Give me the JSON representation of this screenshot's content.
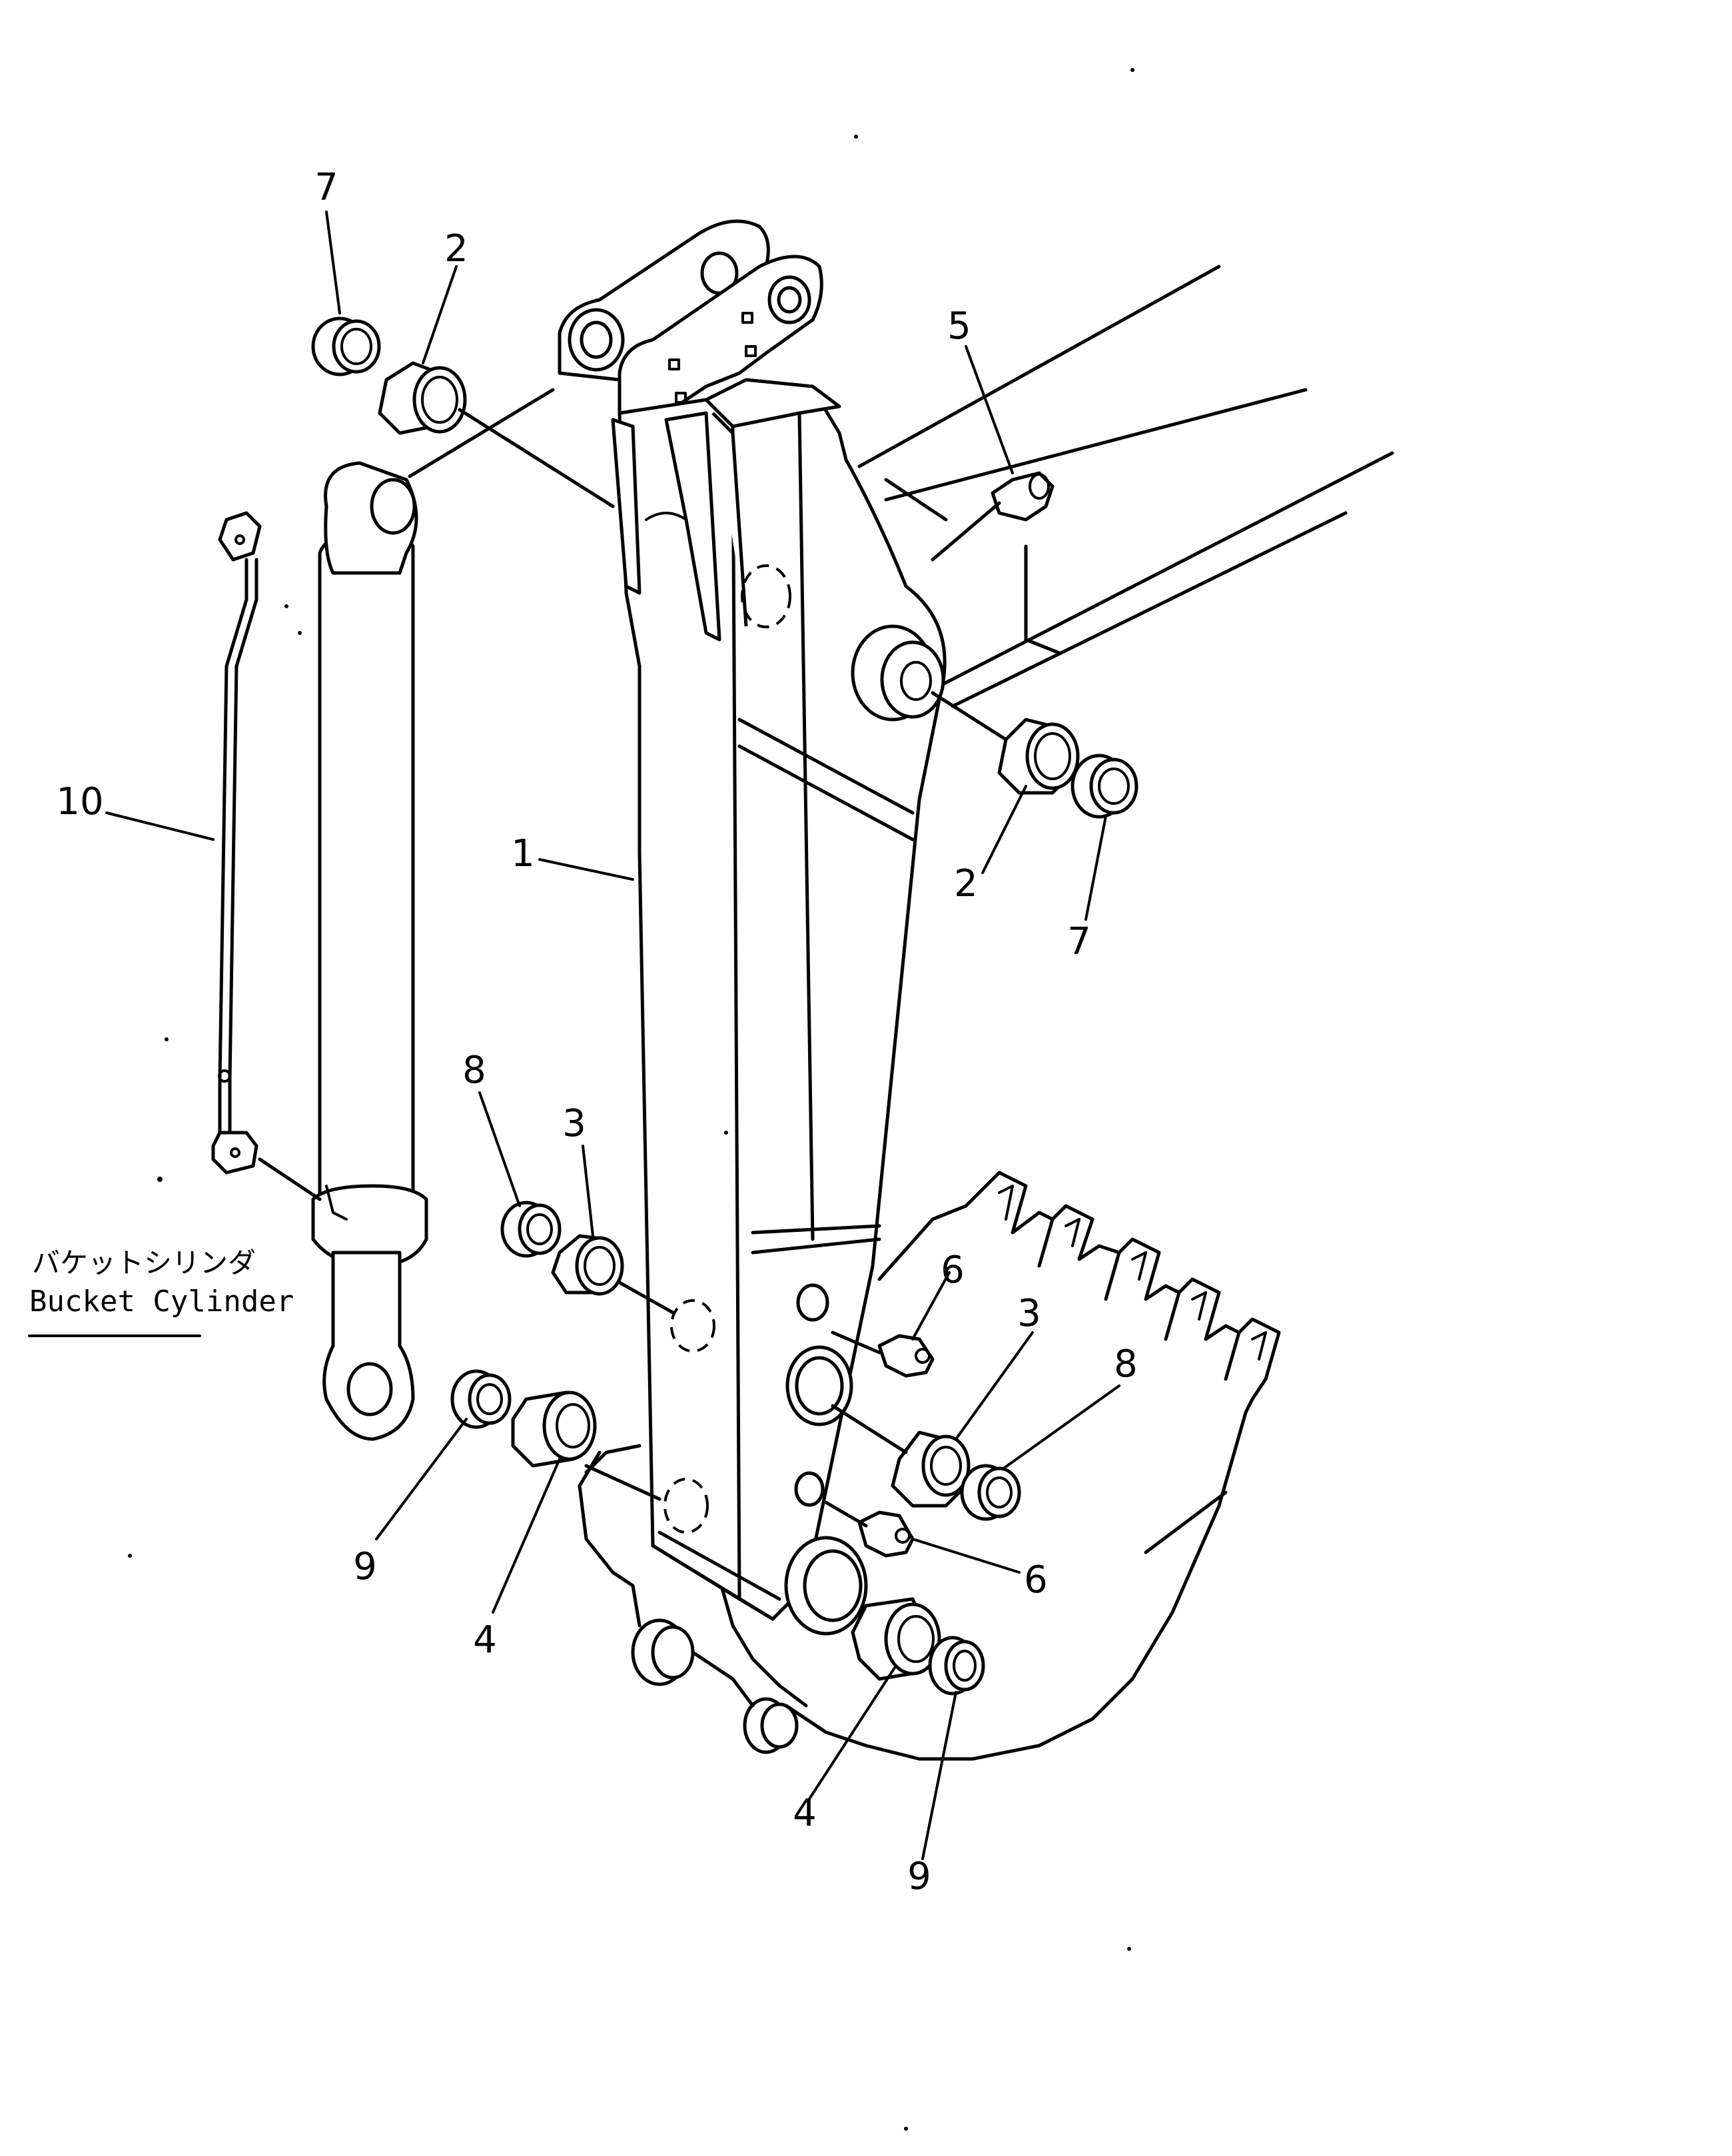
{
  "callouts": [
    {
      "id": "c7a",
      "text": "7"
    },
    {
      "id": "c2a",
      "text": "2"
    },
    {
      "id": "c5",
      "text": "5"
    },
    {
      "id": "c10",
      "text": "10"
    },
    {
      "id": "c1",
      "text": "1"
    },
    {
      "id": "c2b",
      "text": "2"
    },
    {
      "id": "c7b",
      "text": "7"
    },
    {
      "id": "c8a",
      "text": "8"
    },
    {
      "id": "c3a",
      "text": "3"
    },
    {
      "id": "c6a",
      "text": "6"
    },
    {
      "id": "c3b",
      "text": "3"
    },
    {
      "id": "c8b",
      "text": "8"
    },
    {
      "id": "c9a",
      "text": "9"
    },
    {
      "id": "c4a",
      "text": "4"
    },
    {
      "id": "c6b",
      "text": "6"
    },
    {
      "id": "c4b",
      "text": "4"
    },
    {
      "id": "c9b",
      "text": "9"
    }
  ],
  "label": {
    "japanese": "バケットシリンダ",
    "english": "Bucket Cylinder"
  }
}
